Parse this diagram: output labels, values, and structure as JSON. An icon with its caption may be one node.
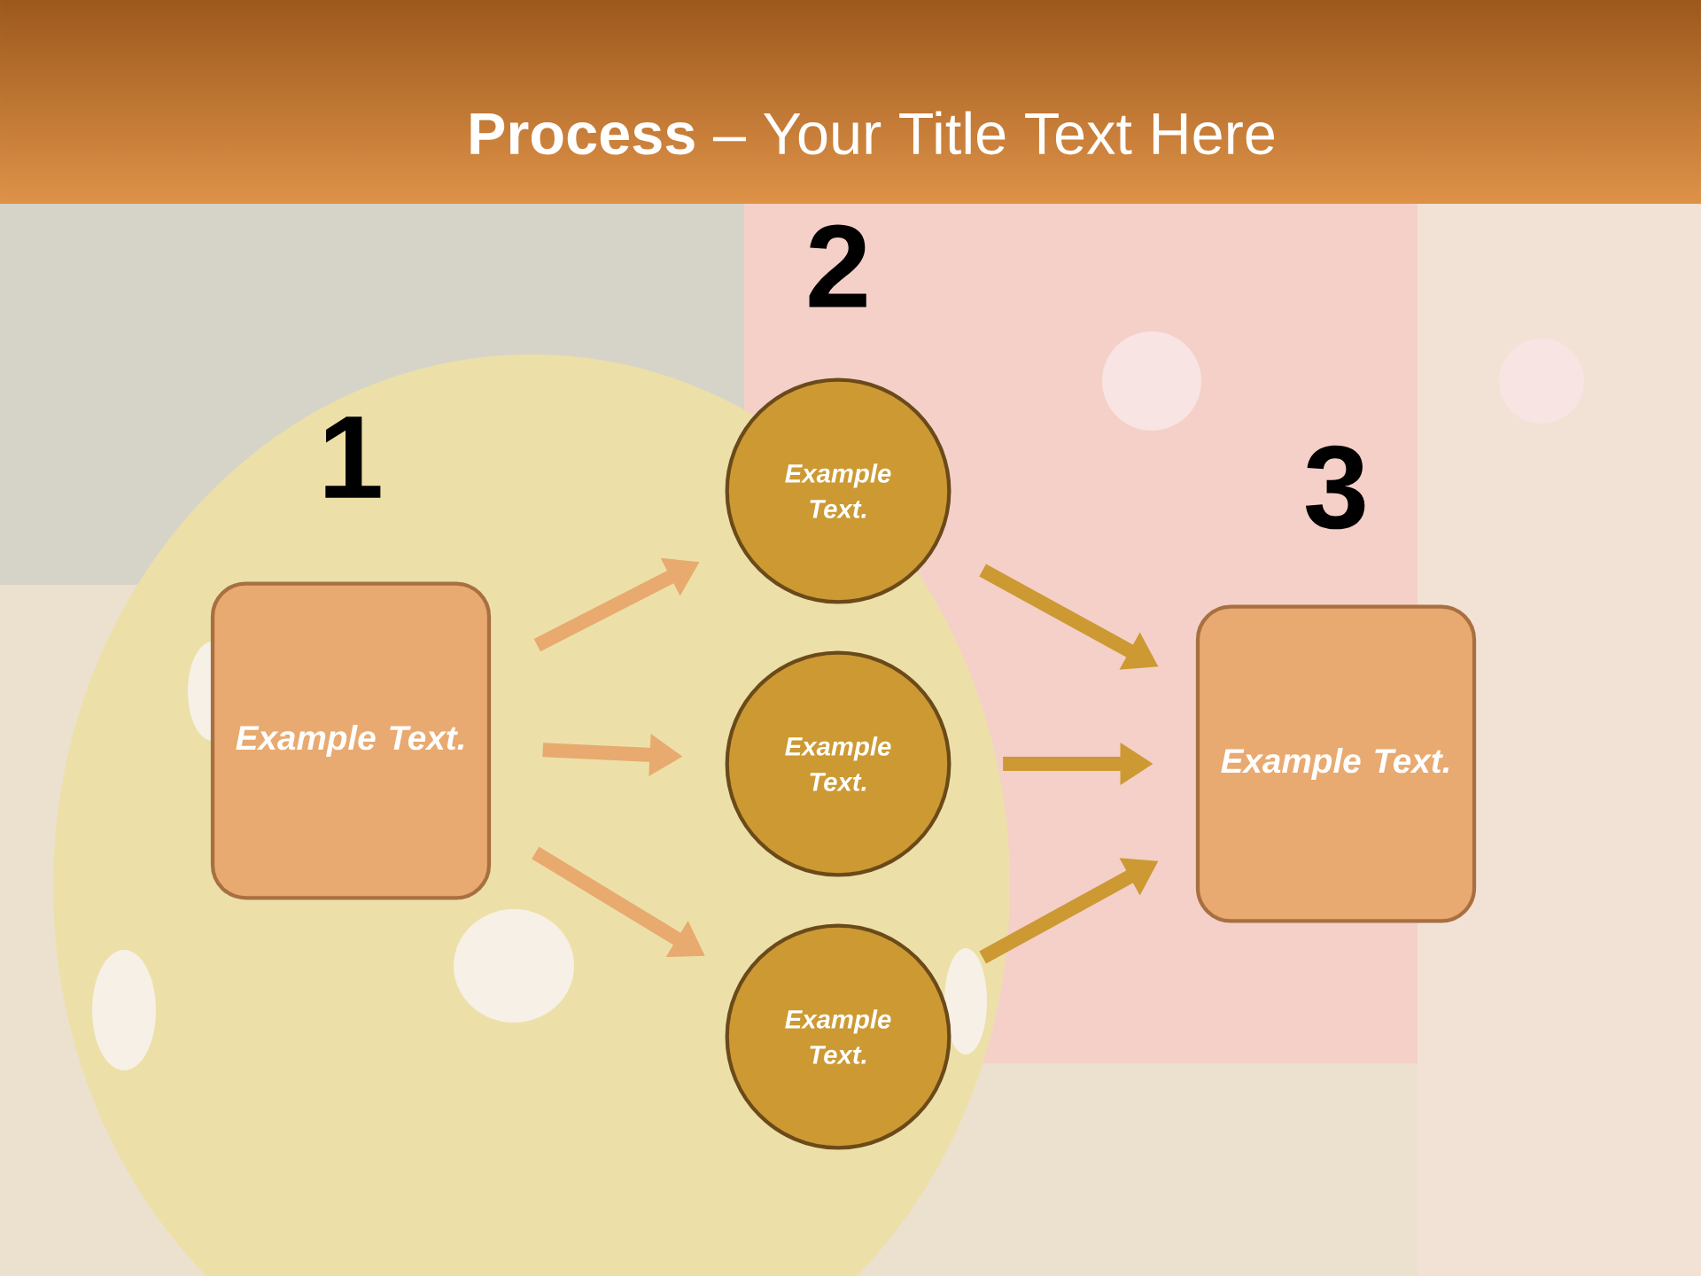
{
  "diagram": {
    "title": "**Process** – Your Title Text Here",
    "nodes": [
      {
        "text": [
          "Example Text."
        ],
        "beside": [
          "1"
        ]
      },
      {
        "text": [
          "Example Text."
        ],
        "beside": [
          "2"
        ]
      },
      {
        "text": [
          "Example Text."
        ]
      },
      {
        "text": [
          "Example Text."
        ]
      },
      {
        "text": [
          "Example Text."
        ],
        "beside": [
          "3"
        ]
      }
    ],
    "edges": [
      {
        "from": 0,
        "to": 1,
        "arrow": "to",
        "color": "#e8aa6e"
      },
      {
        "from": 0,
        "to": 2,
        "arrow": "to",
        "color": "#e8aa6e"
      },
      {
        "from": 0,
        "to": 3,
        "arrow": "to",
        "color": "#e8aa6e"
      },
      {
        "from": 1,
        "to": 4,
        "arrow": "to",
        "color": "#cc9933"
      },
      {
        "from": 2,
        "to": 4,
        "arrow": "to",
        "color": "#cc9933"
      },
      {
        "from": 3,
        "to": 4,
        "arrow": "to",
        "color": "#cc9933"
      }
    ]
  }
}
